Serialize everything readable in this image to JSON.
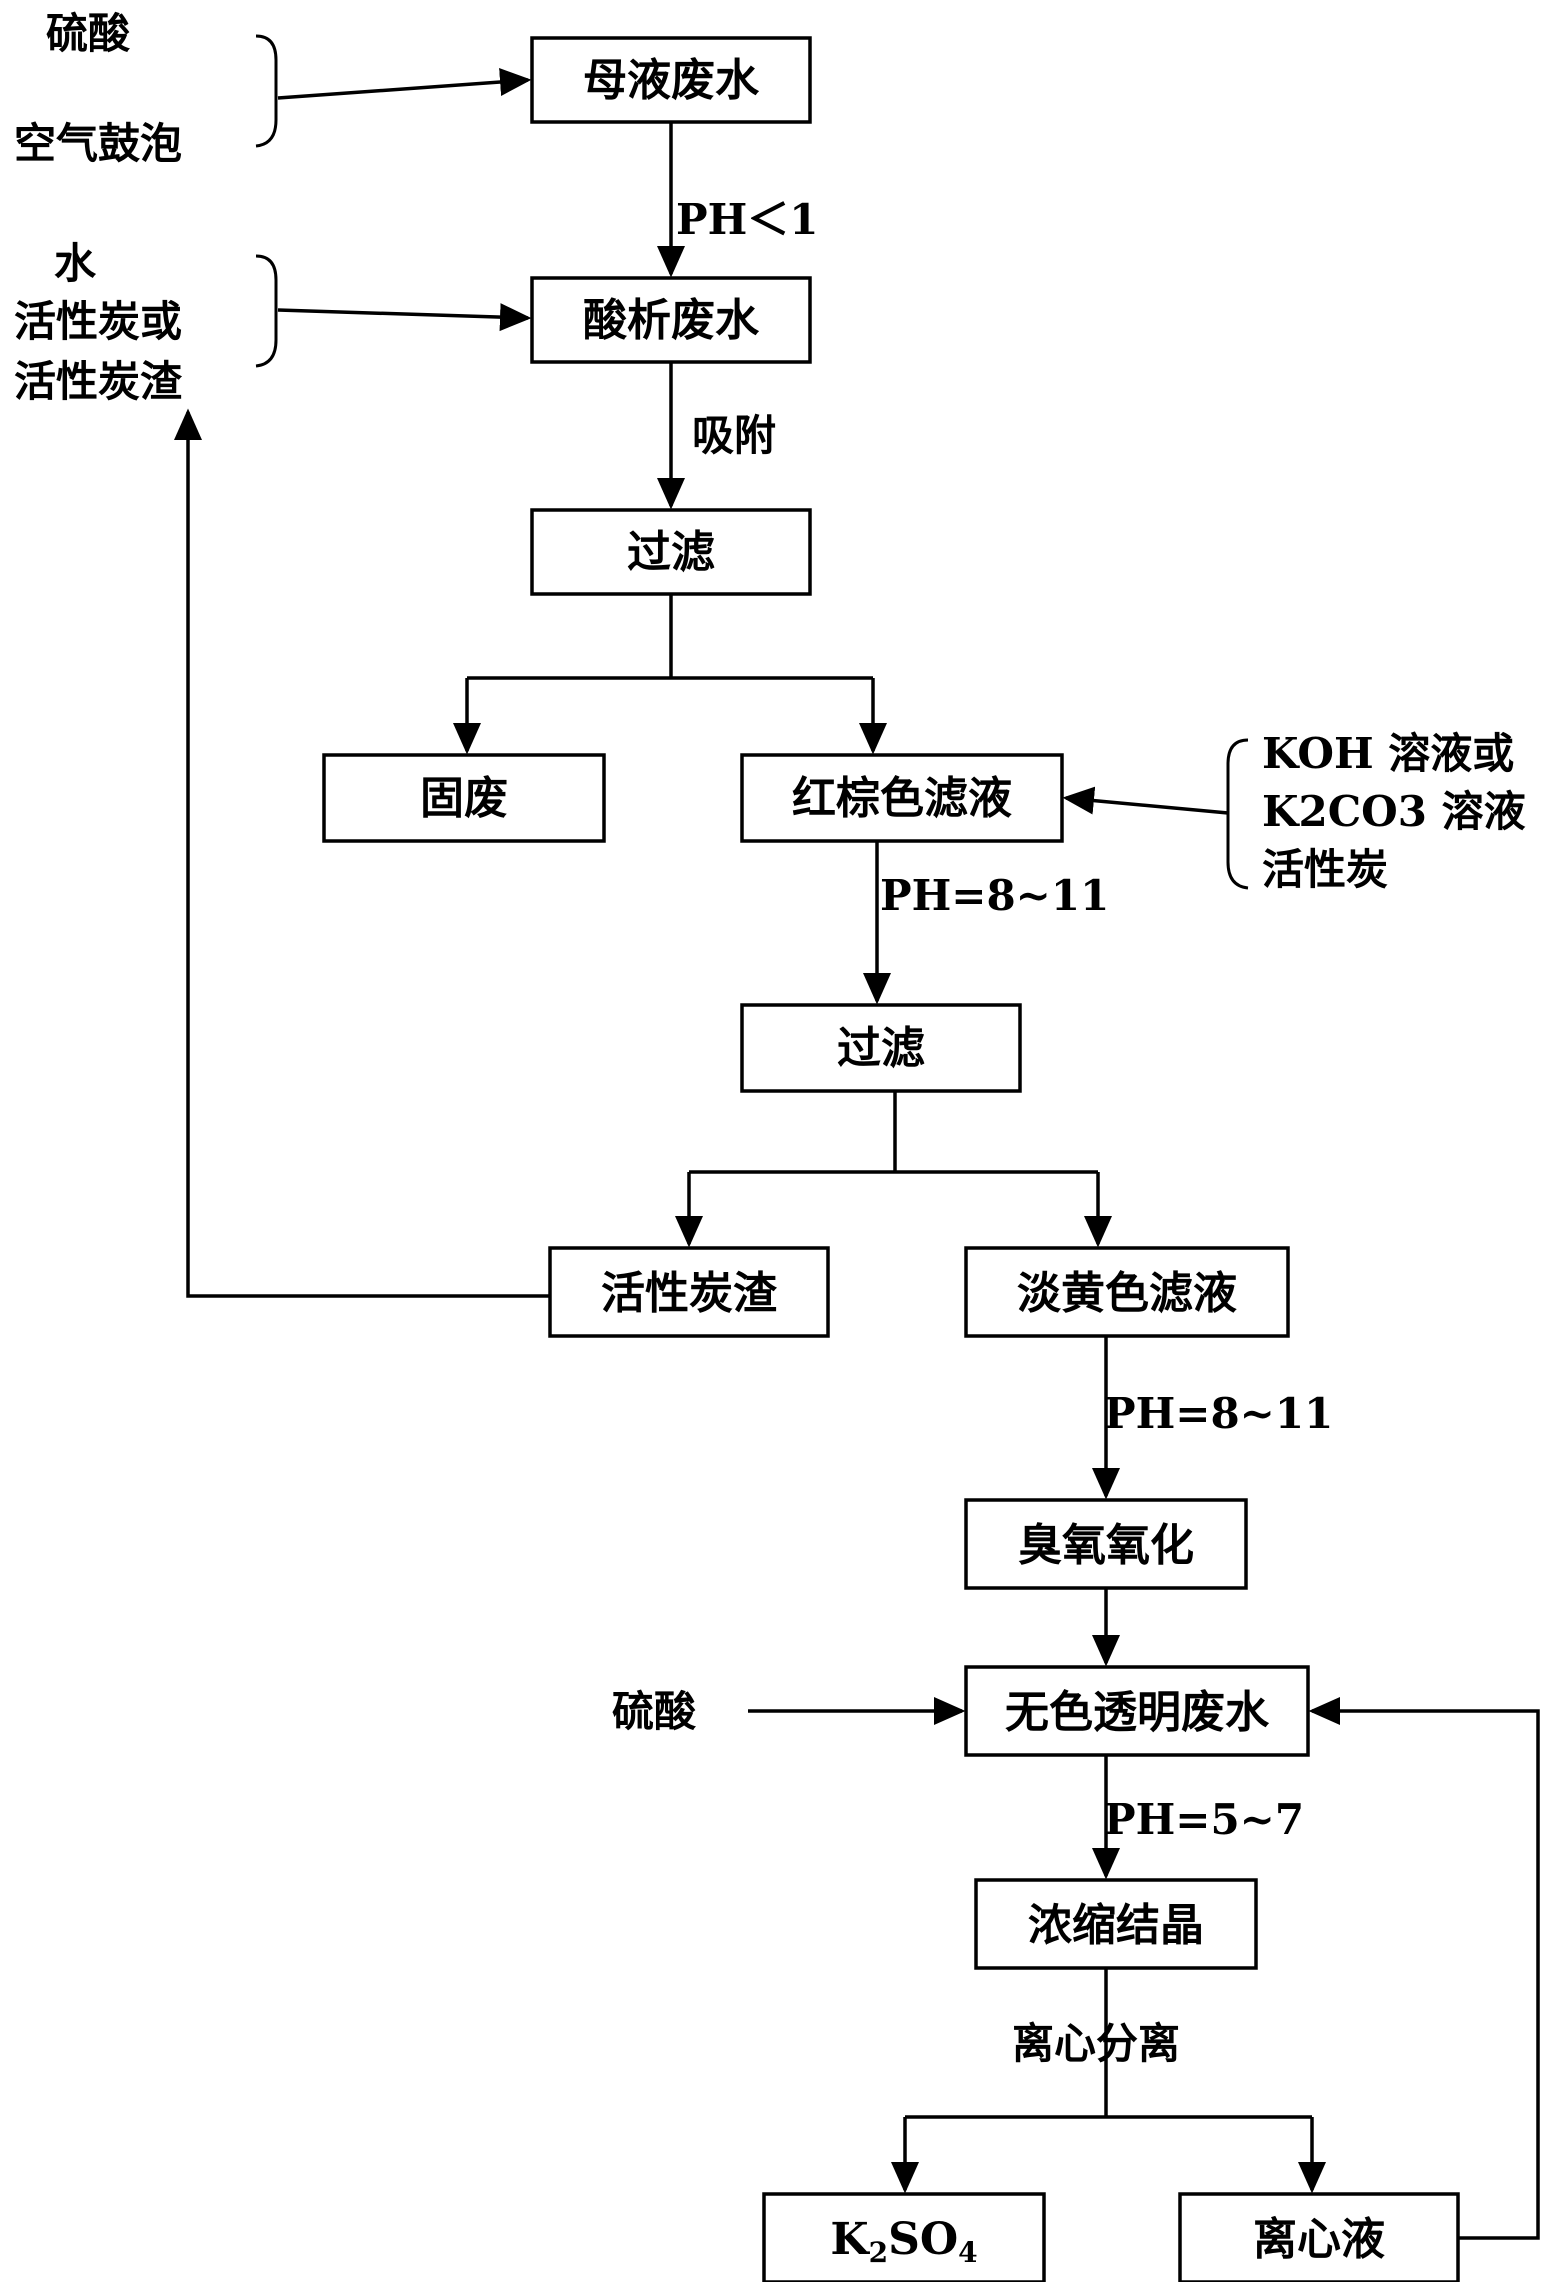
{
  "boxes": {
    "mother_liquor": "母液废水",
    "acid_wastewater": "酸析废水",
    "filter_1": "过滤",
    "solid_waste": "固废",
    "red_brown_filtrate": "红棕色滤液",
    "filter_2": "过滤",
    "carbon_residue": "活性炭渣",
    "pale_yellow_filtrate": "淡黄色滤液",
    "ozone_oxidation": "臭氧氧化",
    "colorless_wastewater": "无色透明废水",
    "concentrate_crystallize": "浓缩结晶",
    "k2so4_sub": "2",
    "centrifugate": "离心液"
  },
  "k2so4": {
    "k": "K",
    "sub": "2",
    "so": "SO",
    "sub2": "4"
  },
  "inputs": {
    "group1": [
      "硫酸",
      "空气鼓泡"
    ],
    "group2": [
      "水",
      "活性炭或",
      "活性炭渣"
    ],
    "group3": [
      "KOH 溶液或",
      "K2CO3 溶液",
      "活性炭"
    ],
    "sulfuric_acid_2": "硫酸"
  },
  "edge_labels": {
    "ph_lt1": "PH＜1",
    "adsorb": "吸附",
    "ph_8_11_a": "PH=8~11",
    "ph_8_11_b": "PH=8~11",
    "ph_5_7": "PH=5~7",
    "centrifuge": "离心分离"
  }
}
